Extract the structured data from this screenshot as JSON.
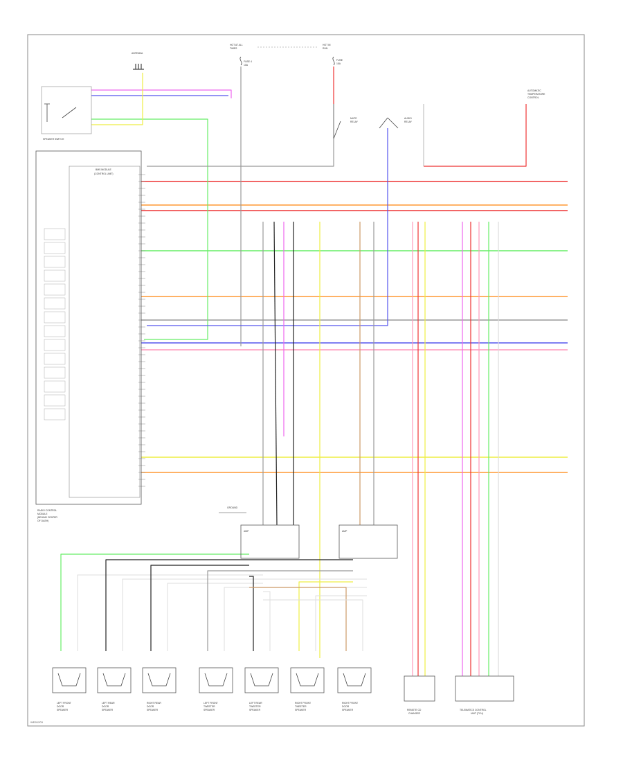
{
  "diagram": {
    "footer_code": "WD01203",
    "components": {
      "headunit": {
        "block_label": "BMS MODULE",
        "block_sub": "(CONTROL UNIT)",
        "caption": [
          "RADIO CONTROL",
          "MODULE",
          "(BEHIND CENTER",
          "OF DASH)"
        ]
      },
      "speaker_switch": {
        "caption": "SPEAKER SWITCH"
      },
      "antenna": {
        "caption": "ANTENNA"
      },
      "fuse_left": {
        "caption": [
          "HOT AT ALL",
          "TIMES",
          "FUSE 4",
          "10A"
        ]
      },
      "fuse_right": {
        "caption": [
          "HOT IN",
          "RUN",
          "FUSE",
          "15A"
        ]
      },
      "mute_relay": {
        "caption": [
          "MUTE",
          "RELAY"
        ]
      },
      "audio_relay": {
        "caption": [
          "AUDIO",
          "RELAY"
        ]
      },
      "remote_note": {
        "caption": [
          "AUTOMATIC",
          "TEMPERATURE",
          "CONTROL"
        ]
      },
      "ground_jumper": {
        "caption": "GROUND"
      },
      "amp_left": {
        "caption": "AMP"
      },
      "amp_right": {
        "caption": "AMP"
      },
      "cd_changer": {
        "caption": [
          "REMOTE CD",
          "CHANGER"
        ]
      },
      "telematics": {
        "caption": [
          "TELEMATICS CONTROL",
          "UNIT (TCU)"
        ]
      }
    },
    "speakers": [
      {
        "caption": [
          "LEFT FRONT",
          "DOOR",
          "SPEAKER"
        ]
      },
      {
        "caption": [
          "LEFT REAR",
          "DOOR",
          "SPEAKER"
        ]
      },
      {
        "caption": [
          "RIGHT REAR",
          "DOOR",
          "SPEAKER"
        ]
      },
      {
        "caption": [
          "LEFT FRONT",
          "TWEETER",
          "SPEAKER"
        ]
      },
      {
        "caption": [
          "LEFT REAR",
          "TWEETER",
          "SPEAKER"
        ]
      },
      {
        "caption": [
          "RIGHT FRONT",
          "TWEETER",
          "SPEAKER"
        ]
      },
      {
        "caption": [
          "RIGHT FRONT",
          "DOOR",
          "SPEAKER"
        ]
      }
    ],
    "wire_colors": {
      "red": "#ee3333",
      "pink": "#ff99bb",
      "green": "#66ee66",
      "blue": "#5555ee",
      "yellow": "#eeee44",
      "orange": "#ff9933",
      "violet": "#ee66ee",
      "brown": "#cc9966",
      "gray": "#999999",
      "black": "#222222",
      "white": "#dddddd"
    }
  }
}
